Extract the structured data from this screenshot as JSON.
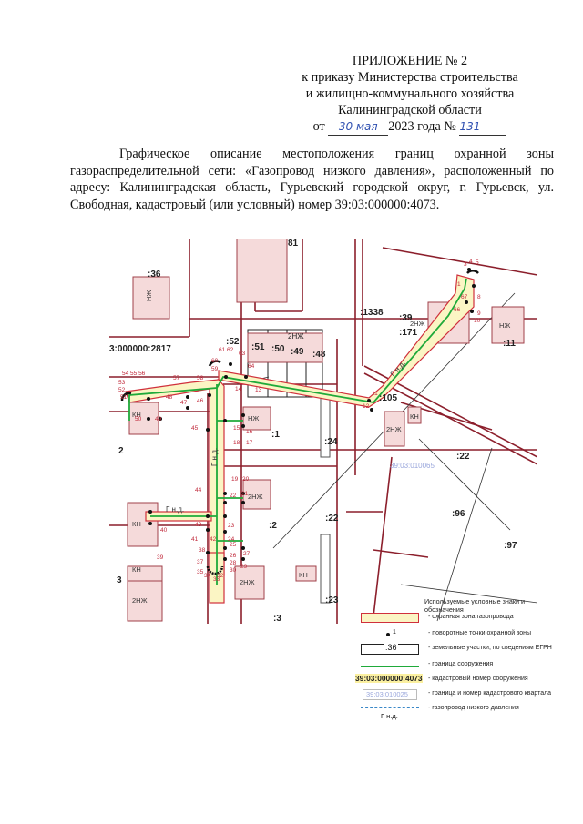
{
  "header": {
    "title": "ПРИЛОЖЕНИЕ № 2",
    "line1": "к приказу Министерства строительства",
    "line2": "и жилищно-коммунального хозяйства",
    "line3": "Калининградской области",
    "date_prefix": "от",
    "date_handwritten": "30 мая",
    "date_suffix": "2023 года №",
    "number_handwritten": "131"
  },
  "description": {
    "text": "Графическое описание местоположения границ охранной зоны газораспределительной сети: «Газопровод низкого давления», расположенный по адресу: Калининградская область, Гурьевский городской округ, г. Гурьевск, ул. Свободная, кадастровый (или условный) номер 39:03:000000:4073."
  },
  "map": {
    "parcel_labels": [
      ":36",
      "81",
      ":52",
      ":51",
      ":50",
      ":49",
      ":48",
      "2НЖ",
      "3:000000:2817",
      ":1338",
      ":39",
      ":171",
      ":11",
      ":105",
      ":1",
      "2",
      ":24",
      ":22",
      ":2",
      ":22",
      ":96",
      ":97",
      ":23",
      "3",
      ":3"
    ],
    "building_labels": [
      "НЖ",
      "2НЖ",
      "НЖ",
      "НЖ",
      "НЖ",
      "2НЖ",
      "2НЖ",
      "НЖ",
      "КН",
      "КН",
      "2НЖ",
      "КН",
      "КН",
      "НЖ"
    ],
    "quarter_label": "39:03:010065",
    "pipe_label": "Г н.д.",
    "points": [
      "1",
      "2",
      "3",
      "4",
      "5",
      "6",
      "7",
      "8",
      "9",
      "10",
      "11",
      "12",
      "13",
      "14",
      "15",
      "16",
      "17",
      "18",
      "19",
      "20",
      "21",
      "22",
      "23",
      "24",
      "25",
      "26",
      "27",
      "28",
      "29",
      "30",
      "31",
      "32",
      "33",
      "34",
      "35",
      "36",
      "37",
      "38",
      "39",
      "40",
      "41",
      "42",
      "43",
      "44",
      "45",
      "46",
      "47",
      "48",
      "49",
      "50",
      "51",
      "52",
      "53",
      "54",
      "55",
      "56",
      "57",
      "58",
      "59",
      "60",
      "61",
      "62",
      "63",
      "64",
      "65",
      "66",
      "67"
    ]
  },
  "legend": {
    "title": "Используемые условные знаки и обозначения",
    "items": [
      {
        "symbol": "zone",
        "label": "- охранная зона газопровода"
      },
      {
        "symbol": "point",
        "symbol_text": "1",
        "label": "- поворотные точки охранной зоны"
      },
      {
        "symbol": "parcel",
        "symbol_text": ":36",
        "label": "- земельные участки, по сведениям ЕГРН"
      },
      {
        "symbol": "green-line",
        "label": "- граница сооружения"
      },
      {
        "symbol": "cad-number",
        "symbol_text": "39:03:000000:4073",
        "label": "- кадастровый номер сооружения"
      },
      {
        "symbol": "quarter",
        "symbol_text": "39:03:010025",
        "label": "- граница и номер  кадастрового квартала"
      },
      {
        "symbol": "dash-line",
        "symbol_text": "Г н.д.",
        "label": "- газопровод низкого давления"
      }
    ]
  },
  "colors": {
    "zone_fill": "#fbf5c4",
    "zone_border": "#d0303c",
    "structure_line": "#1faa3a",
    "parcel_line": "#8c1f2c",
    "building_fill": "#f5dada",
    "building_border": "#a0404a",
    "quarter_text": "#9aa7dc",
    "point_label": "#c0283a",
    "pipe_dash": "#3a88c8"
  }
}
